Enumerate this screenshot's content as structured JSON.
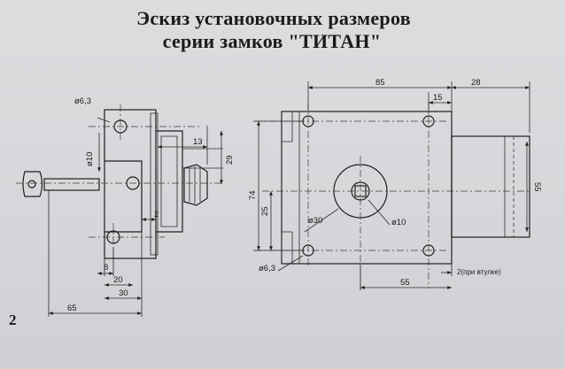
{
  "title": {
    "line1": "Эскиз установочных размеров",
    "line2": "серии замков \"ТИТАН\""
  },
  "page_number": "2",
  "left_view": {
    "hole_diameter": "ø6,3",
    "pin_diameter": "ø10",
    "dim_13": "13",
    "dim_29": "29",
    "dim_2": "2",
    "dim_8": "8",
    "dim_20": "20",
    "dim_30": "30",
    "dim_65": "65"
  },
  "right_view": {
    "dim_85": "85",
    "dim_15": "15",
    "dim_28": "28",
    "dim_74": "74",
    "dim_25": "25",
    "dim_55_vertical": "55",
    "hub_diameter": "ø30",
    "bore_diameter": "ø10",
    "hole_diameter": "ø6,3",
    "dim_2_note": "2(при втулке)",
    "dim_55_bottom": "55"
  }
}
